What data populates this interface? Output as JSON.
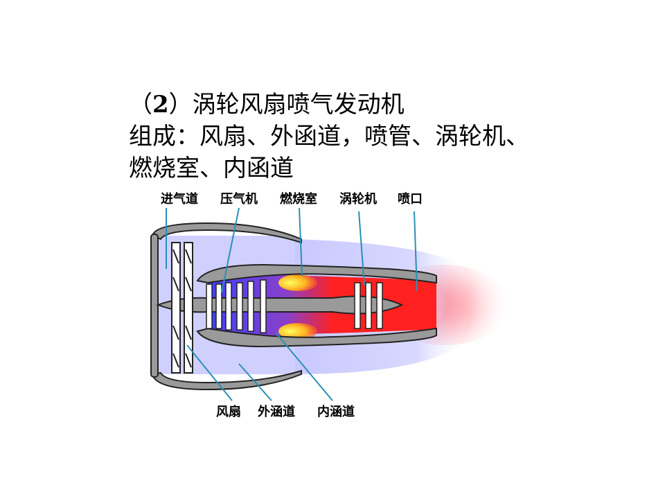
{
  "heading": {
    "line1_open": "（",
    "line1_num": "2",
    "line1_close": "）",
    "line1_text": "涡轮风扇喷气发动机",
    "line2": "组成：风扇、外函道，喷管、涡轮机、",
    "line3": "燃烧室、内函道"
  },
  "diagram": {
    "labels_top": [
      "进气道",
      "压气机",
      "燃烧室",
      "涡轮机",
      "喷口"
    ],
    "labels_bottom": [
      "风扇",
      "外涵道",
      "内涵道"
    ]
  },
  "colors": {
    "casing": "#9a9a9a",
    "casing_outline": "#333333",
    "bypass_blue": "#c8c8ff",
    "hot_red": "#ff2020",
    "leader_line": "#2a8fb8"
  }
}
